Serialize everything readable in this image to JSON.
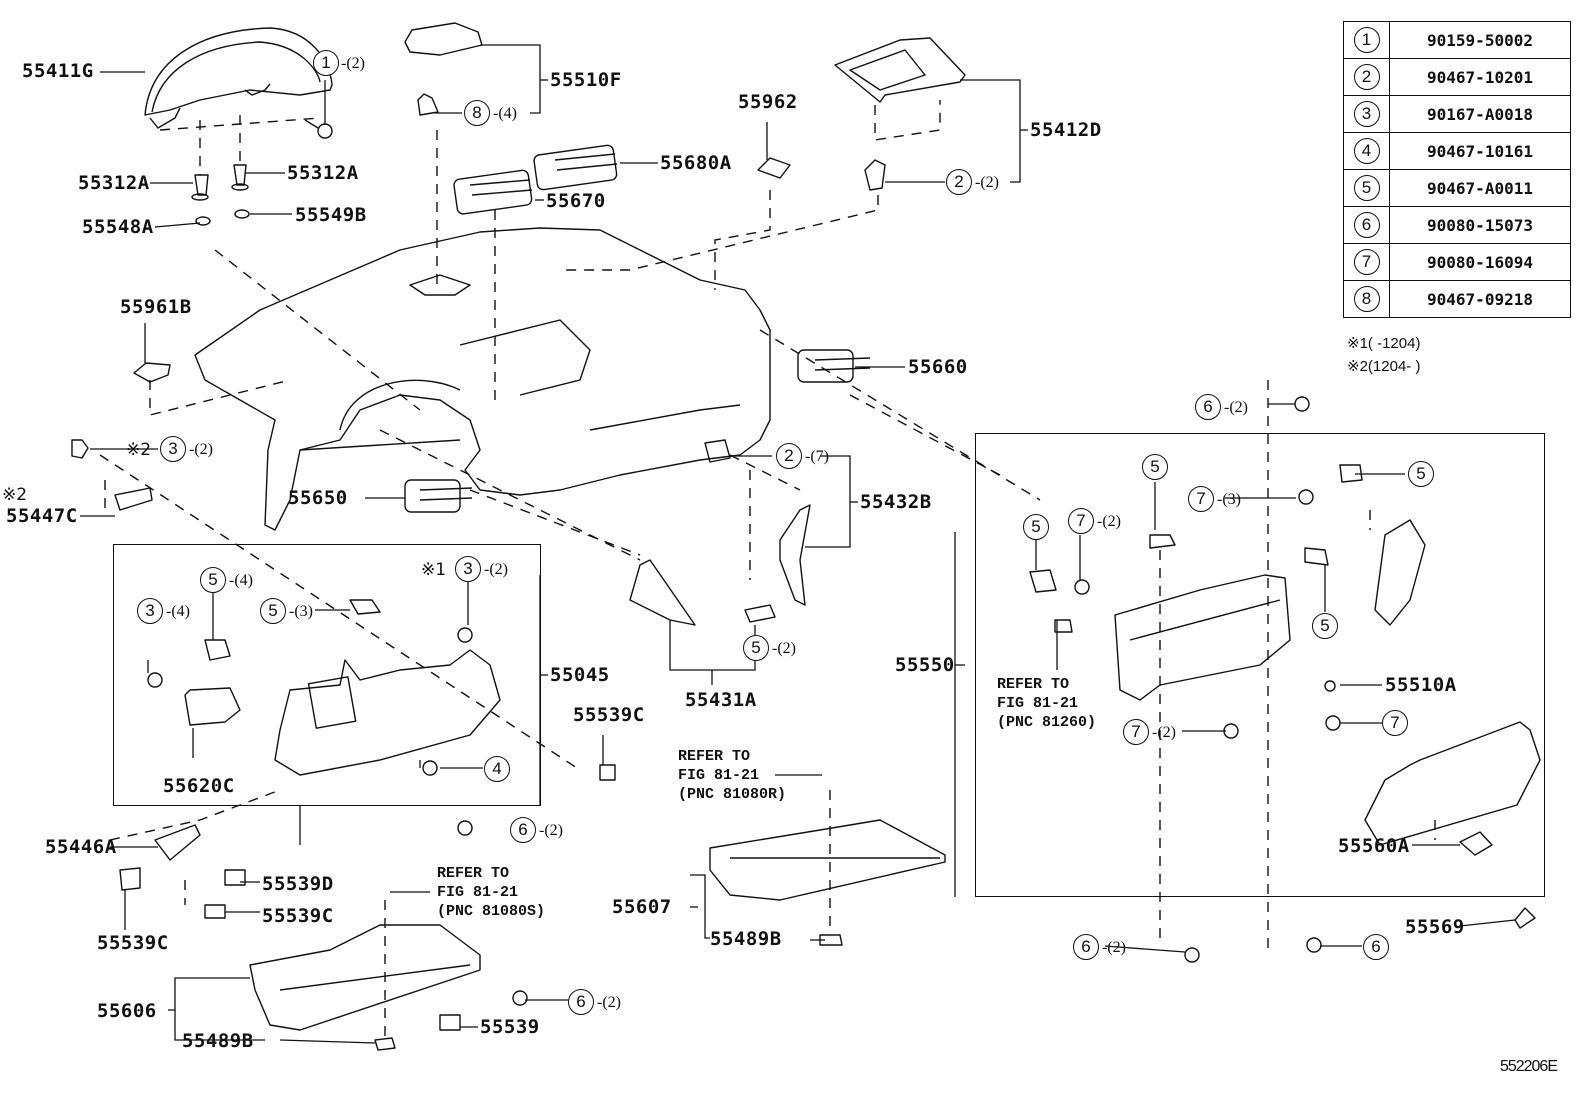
{
  "diagram": {
    "title": "Instrument panel & safety pad parts diagram",
    "figure_code": "552206E",
    "fastener_table": [
      {
        "ref": "1",
        "part_no": "90159-50002"
      },
      {
        "ref": "2",
        "part_no": "90467-10201"
      },
      {
        "ref": "3",
        "part_no": "90167-A0018"
      },
      {
        "ref": "4",
        "part_no": "90467-10161"
      },
      {
        "ref": "5",
        "part_no": "90467-A0011"
      },
      {
        "ref": "6",
        "part_no": "90080-15073"
      },
      {
        "ref": "7",
        "part_no": "90080-16094"
      },
      {
        "ref": "8",
        "part_no": "90467-09218"
      }
    ],
    "footnotes": [
      {
        "mark": "※1",
        "text": "(    -1204)"
      },
      {
        "mark": "※2",
        "text": "(1204-    )"
      }
    ],
    "part_labels": {
      "p55411G": "55411G",
      "p55312A_left": "55312A",
      "p55312A_right": "55312A",
      "p55548A": "55548A",
      "p55549B": "55549B",
      "p55510F": "55510F",
      "p55962": "55962",
      "p55680A": "55680A",
      "p55670": "55670",
      "p55412D": "55412D",
      "p55961B": "55961B",
      "p55660": "55660",
      "p55447C": "55447C",
      "p55650": "55650",
      "p55432B": "55432B",
      "p55045": "55045",
      "p55620C": "55620C",
      "p55539C_mid": "55539C",
      "p55431A": "55431A",
      "p55550": "55550",
      "p55510A": "55510A",
      "p55446A": "55446A",
      "p55539D": "55539D",
      "p55539C_a": "55539C",
      "p55539C_b": "55539C",
      "p55606": "55606",
      "p55489B_left": "55489B",
      "p55539": "55539",
      "p55607": "55607",
      "p55489B_right": "55489B",
      "p55560A": "55560A",
      "p55569": "55569"
    },
    "callouts": {
      "c1": {
        "ref": "1",
        "qty": "-(2)"
      },
      "c8": {
        "ref": "8",
        "qty": "-(4)"
      },
      "c2_top": {
        "ref": "2",
        "qty": "-(2)"
      },
      "c3_left": {
        "ref": "3",
        "qty": "-(2)",
        "mark": "※2"
      },
      "c2_mid": {
        "ref": "2",
        "qty": "-(7)"
      },
      "c5_a": {
        "ref": "5",
        "qty": "-(4)"
      },
      "c3_b": {
        "ref": "3",
        "qty": "-(4)"
      },
      "c5_b": {
        "ref": "5",
        "qty": "-(3)"
      },
      "c3_c": {
        "ref": "3",
        "qty": "-(2)",
        "mark": "※1"
      },
      "c4": {
        "ref": "4",
        "qty": ""
      },
      "c5_c": {
        "ref": "5",
        "qty": "-(2)"
      },
      "c6_a": {
        "ref": "6",
        "qty": "-(2)"
      },
      "c6_b": {
        "ref": "6",
        "qty": "-(2)"
      },
      "c6_top": {
        "ref": "6",
        "qty": "-(2)"
      },
      "c5_d": {
        "ref": "5",
        "qty": ""
      },
      "c5_e": {
        "ref": "5",
        "qty": ""
      },
      "c5_f": {
        "ref": "5",
        "qty": ""
      },
      "c5_g": {
        "ref": "5",
        "qty": ""
      },
      "c7_a": {
        "ref": "7",
        "qty": "-(3)"
      },
      "c7_b": {
        "ref": "7",
        "qty": "-(2)"
      },
      "c7_c": {
        "ref": "7",
        "qty": "-(2)"
      },
      "c7_d": {
        "ref": "7",
        "qty": ""
      },
      "c6_c": {
        "ref": "6",
        "qty": "-(2)"
      },
      "c6_d": {
        "ref": "6",
        "qty": ""
      }
    },
    "refer_notes": {
      "n81260": "REFER TO\nFIG 81-21\n(PNC 81260)",
      "n81080R": "REFER TO\nFIG 81-21\n(PNC 81080R)",
      "n81080S": "REFER TO\nFIG 81-21\n(PNC 81080S)"
    },
    "marks": {
      "m2_left": "※2"
    }
  }
}
